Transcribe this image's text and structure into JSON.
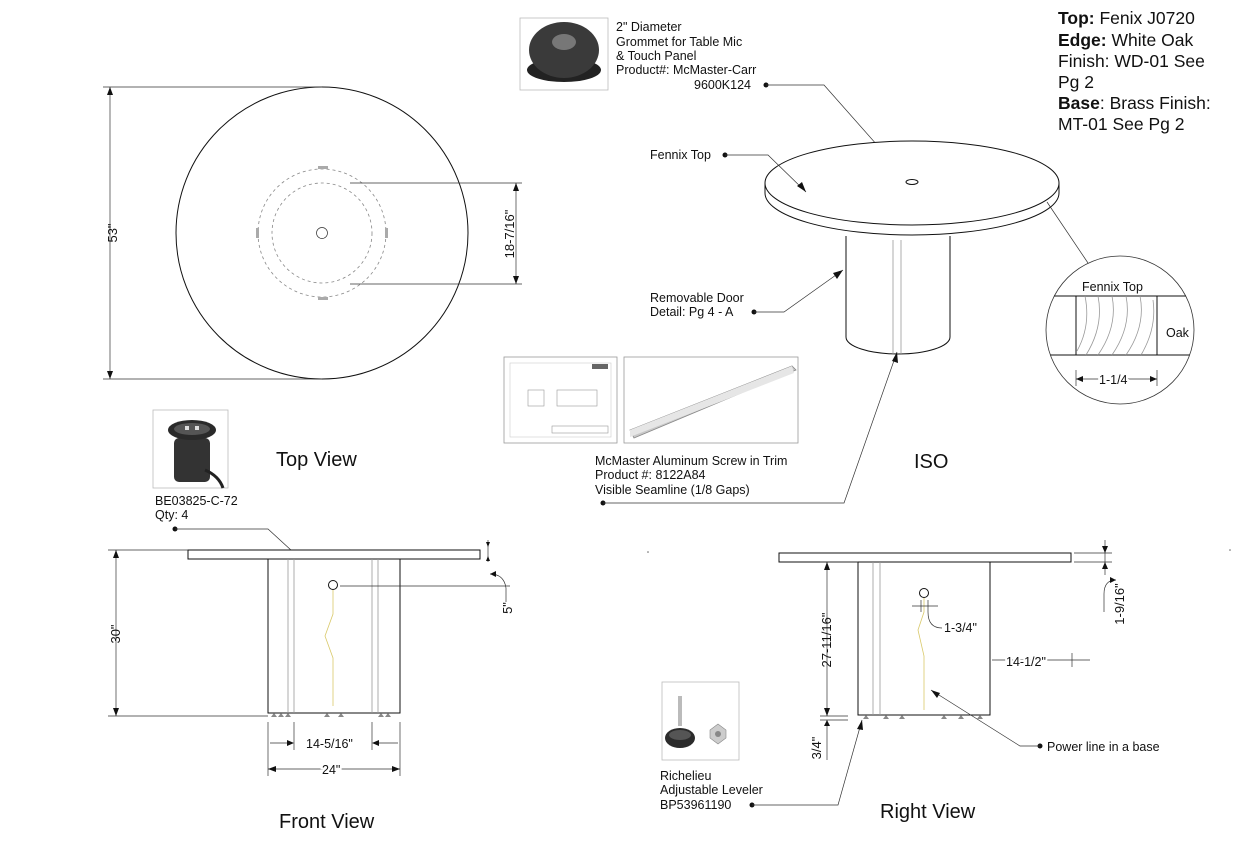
{
  "specs": {
    "top_key": "Top:",
    "top_val": "Fenix J0720",
    "edge_key": "Edge:",
    "edge_val": "White Oak",
    "finish_line1": "Finish: WD-01 See",
    "finish_line2": "Pg 2",
    "base_key": "Base",
    "base_val": ": Brass Finish:",
    "base_line2": "MT-01 See Pg 2"
  },
  "views": {
    "top": "Top View",
    "iso": "ISO",
    "front": "Front View",
    "right": "Right View"
  },
  "callouts": {
    "grommet": [
      "2\" Diameter",
      "Grommet for Table Mic",
      "& Touch Panel",
      "Product#: McMaster-Carr",
      "9600K124"
    ],
    "fennix_top_iso": "Fennix Top",
    "removable_door": [
      "Removable Door",
      "Detail: Pg 4 - A"
    ],
    "trim": [
      "McMaster Aluminum Screw in Trim",
      "Product #: 8122A84",
      "Visible Seamline (1/8 Gaps)"
    ],
    "be03825": [
      "BE03825-C-72",
      "Qty: 4"
    ],
    "power_line": "Power line in a base",
    "leveler": [
      "Richelieu",
      "Adjustable Leveler",
      "BP53961190"
    ]
  },
  "detail": {
    "fennix_top": "Fennix Top",
    "oak": "Oak",
    "dim": "1-1/4"
  },
  "dims": {
    "top_53": "53\"",
    "top_18_7_16": "18-7/16\"",
    "front_30": "30\"",
    "front_5": "5\"",
    "front_14_5_16": "14-5/16\"",
    "front_24": "24\"",
    "right_27_11_16": "27-11/16\"",
    "right_1_9_16": "1-9/16\"",
    "right_1_3_4": "1-3/4\"",
    "right_14_1_2": "14-1/2\"",
    "right_3_4": "3/4\""
  }
}
